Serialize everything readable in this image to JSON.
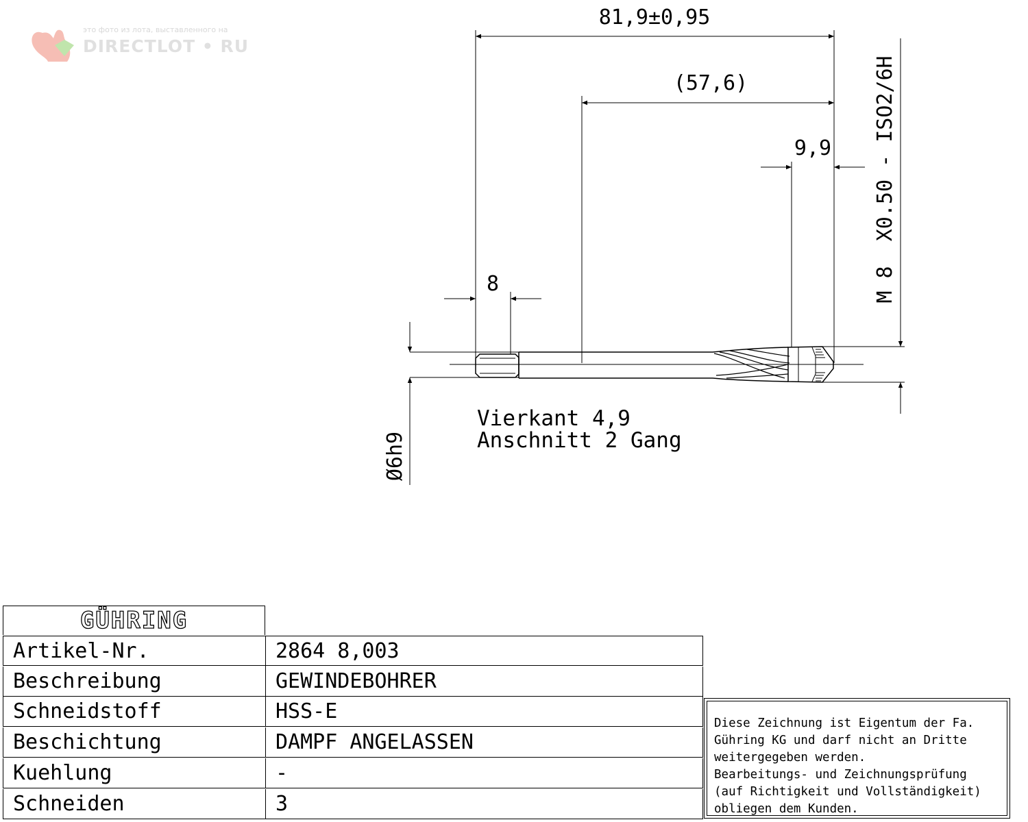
{
  "watermark": {
    "caption": "это фото из лота, выставленного на",
    "brand": "DIRECTLOT • RU",
    "icon": "squirrel-logo-icon"
  },
  "dimensions": {
    "overall_length": "81,9±0,95",
    "shank_length": "(57,6)",
    "thread_length": "9,9",
    "square_length": "8",
    "shank_diameter": "Ø6h9",
    "thread_spec": "M 8  X0.50 - ISO2/6H"
  },
  "notes": {
    "square": "Vierkant 4,9",
    "chamfer": "Anschnitt 2 Gang"
  },
  "title_block": {
    "logo": "GÜHRING",
    "rows": [
      {
        "label": "Artikel-Nr.",
        "value": "2864 8,003"
      },
      {
        "label": "Beschreibung",
        "value": "GEWINDEBOHRER"
      },
      {
        "label": "Schneidstoff",
        "value": "HSS-E"
      },
      {
        "label": "Beschichtung",
        "value": "DAMPF ANGELASSEN"
      },
      {
        "label": "Kuehlung",
        "value": "-"
      },
      {
        "label": "Schneiden",
        "value": "3"
      }
    ]
  },
  "notice": {
    "lines": [
      "Diese Zeichnung ist Eigentum der Fa.",
      "Gühring KG und darf nicht an Dritte",
      "weitergegeben werden.",
      "Bearbeitungs- und Zeichnungsprüfung",
      "(auf Richtigkeit und Vollständigkeit)",
      "obliegen dem Kunden."
    ]
  }
}
